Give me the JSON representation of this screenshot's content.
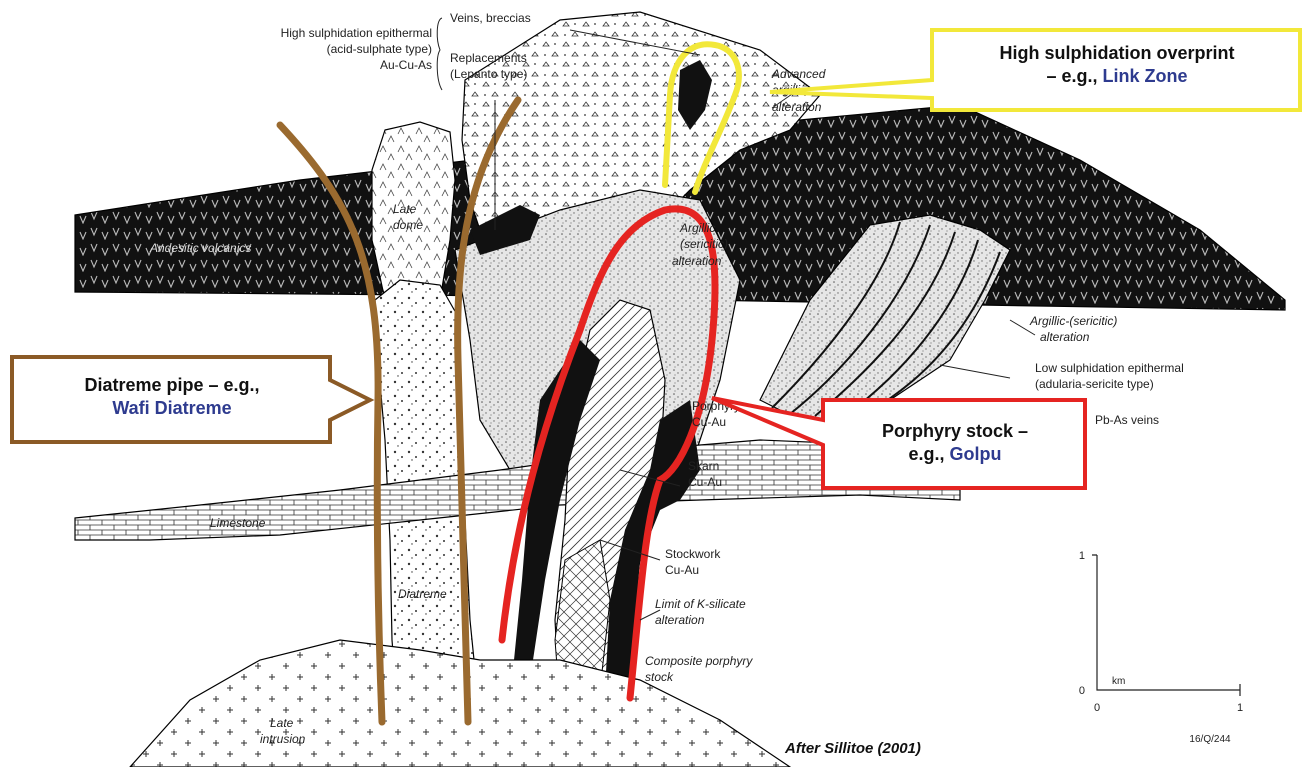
{
  "labels": {
    "hs_epithermal_1": "High sulphidation epithermal",
    "hs_epithermal_2": "(acid-sulphate type)",
    "hs_epithermal_3": "Au-Cu-As",
    "veins_breccias": "Veins, breccias",
    "replacements_1": "Replacements",
    "replacements_2": "(Lepanto type)",
    "advanced_1": "Advanced",
    "advanced_2": "argillic",
    "advanced_3": "alteration",
    "late_dome_1": "Late",
    "late_dome_2": "dome",
    "andesitic": "Andesitic volcanics",
    "argillic_center_1": "Argillic",
    "argillic_center_2": "(sericitic)",
    "argillic_center_3": "alteration",
    "argillic_right_1": "Argillic-(sericitic)",
    "argillic_right_2": "alteration",
    "low_sulph_1": "Low sulphidation epithermal",
    "low_sulph_2": "(adularia-sericite type)",
    "low_sulph_3": "Pb-As veins",
    "porphyry_1": "Porphyry",
    "porphyry_2": "Cu-Au",
    "skarn_1": "Skarn",
    "skarn_2": "Cu-Au",
    "limestone": "Limestone",
    "stockwork_1": "Stockwork",
    "stockwork_2": "Cu-Au",
    "limit_ksilicate_1": "Limit of K-silicate",
    "limit_ksilicate_2": "alteration",
    "diatreme": "Diatreme",
    "composite_1": "Composite porphyry",
    "composite_2": "stock",
    "late_intrusion_1": "Late",
    "late_intrusion_2": "intrusion",
    "scale_1": "1",
    "scale_0": "0",
    "scale_0b": "0",
    "scale_1b": "1",
    "scale_unit": "km",
    "figure_code": "16/Q/244",
    "attribution": "After Sillitoe (2001)"
  },
  "callouts": {
    "link_zone": {
      "line1": "High sulphidation overprint",
      "line2_prefix": "– e.g., ",
      "line2_highlight": "Link Zone",
      "border_color": "#f2e83a"
    },
    "diatreme": {
      "line1": "Diatreme pipe – e.g.,",
      "line2_highlight": "Wafi Diatreme",
      "border_color": "#8b5a26"
    },
    "golpu": {
      "line1": "Porphyry stock –",
      "line2_prefix": "e.g., ",
      "line2_highlight": "Golpu",
      "border_color": "#e52421"
    }
  },
  "colors": {
    "highlight_text": "#2e3b8f",
    "diatreme_outline": "#9a6a2f",
    "porphyry_outline": "#e52421",
    "link_zone_outline": "#f2e83a",
    "volcanics_fill": "#111111"
  }
}
